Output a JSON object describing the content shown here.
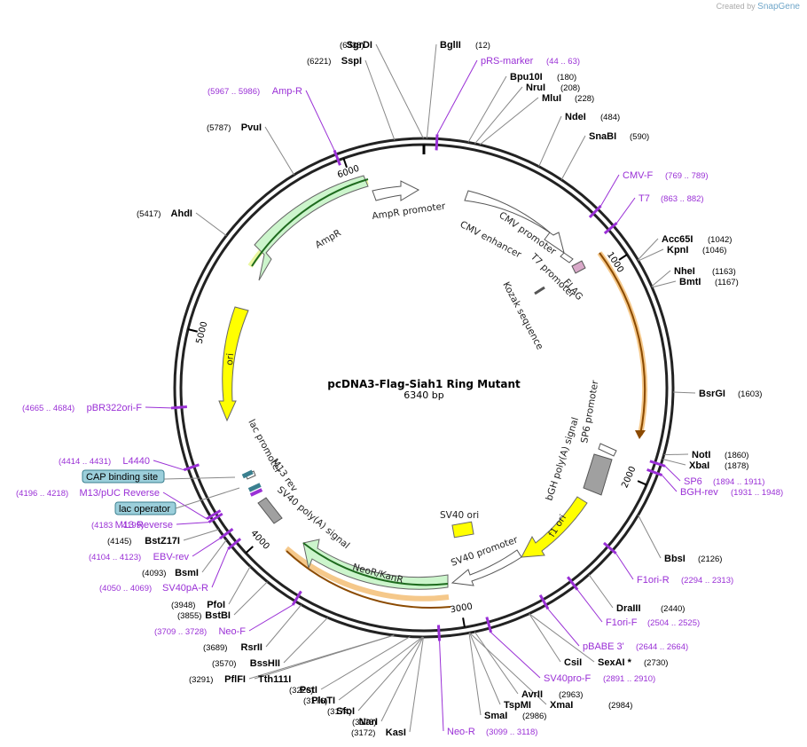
{
  "credit": {
    "prefix": "Created by",
    "brand": "SnapGene"
  },
  "plasmid": {
    "name": "pcDNA3-Flag-Siah1 Ring Mutant",
    "length_label": "6340 bp",
    "length": 6340
  },
  "ticks": [
    1000,
    2000,
    3000,
    4000,
    5000,
    6000
  ],
  "enzymes": [
    {
      "name": "SgrDI",
      "pos": "(6338)",
      "bp": 6338
    },
    {
      "name": "BglII",
      "pos": "(12)",
      "bp": 12
    },
    {
      "name": "SspI",
      "pos": "(6221)",
      "bp": 6221
    },
    {
      "name": "Bpu10I",
      "pos": "(180)",
      "bp": 180
    },
    {
      "name": "NruI",
      "pos": "(208)",
      "bp": 208
    },
    {
      "name": "MluI",
      "pos": "(228)",
      "bp": 228
    },
    {
      "name": "NdeI",
      "pos": "(484)",
      "bp": 484
    },
    {
      "name": "SnaBI",
      "pos": "(590)",
      "bp": 590
    },
    {
      "name": "PvuI",
      "pos": "(5787)",
      "bp": 5787
    },
    {
      "name": "AhdI",
      "pos": "(5417)",
      "bp": 5417
    },
    {
      "name": "Acc65I",
      "pos": "(1042)",
      "bp": 1042
    },
    {
      "name": "KpnI",
      "pos": "(1046)",
      "bp": 1046
    },
    {
      "name": "NheI",
      "pos": "(1163)",
      "bp": 1163
    },
    {
      "name": "BmtI",
      "pos": "(1167)",
      "bp": 1167
    },
    {
      "name": "BsrGI",
      "pos": "(1603)",
      "bp": 1603
    },
    {
      "name": "NotI",
      "pos": "(1860)",
      "bp": 1860
    },
    {
      "name": "XbaI",
      "pos": "(1878)",
      "bp": 1878
    },
    {
      "name": "BbsI",
      "pos": "(2126)",
      "bp": 2126
    },
    {
      "name": "DraIII",
      "pos": "(2440)",
      "bp": 2440
    },
    {
      "name": "CsiI",
      "pos": "",
      "bp": 2730
    },
    {
      "name": "SexAI *",
      "pos": "(2730)",
      "bp": 2730
    },
    {
      "name": "AvrII",
      "pos": "(2963)",
      "bp": 2963
    },
    {
      "name": "TspMI",
      "pos": "",
      "bp": 2984
    },
    {
      "name": "XmaI",
      "pos": "(2984)",
      "bp": 2984
    },
    {
      "name": "SmaI",
      "pos": "(2986)",
      "bp": 2986
    },
    {
      "name": "KasI",
      "pos": "(3172)",
      "bp": 3172
    },
    {
      "name": "NarI",
      "pos": "(3173)",
      "bp": 3173
    },
    {
      "name": "SfoI",
      "pos": "(3174)",
      "bp": 3174
    },
    {
      "name": "PluTI",
      "pos": "(3176)",
      "bp": 3176
    },
    {
      "name": "PstI",
      "pos": "(3226)",
      "bp": 3226
    },
    {
      "name": "PflFI",
      "pos": "(3291)",
      "bp": 3291
    },
    {
      "name": "Tth111I",
      "pos": "",
      "bp": 3291
    },
    {
      "name": "BssHII",
      "pos": "(3570)",
      "bp": 3570
    },
    {
      "name": "RsrII",
      "pos": "(3689)",
      "bp": 3689
    },
    {
      "name": "BstBI",
      "pos": "(3855)",
      "bp": 3855
    },
    {
      "name": "PfoI",
      "pos": "(3948)",
      "bp": 3948
    },
    {
      "name": "BsmI",
      "pos": "(4093)",
      "bp": 4093
    },
    {
      "name": "BstZ17I",
      "pos": "(4145)",
      "bp": 4145
    }
  ],
  "primers": [
    {
      "name": "pRS-marker",
      "pos": "(44 .. 63)",
      "bp": 53
    },
    {
      "name": "Amp-R",
      "pos": "(5967 .. 5986)",
      "bp": 5976
    },
    {
      "name": "CMV-F",
      "pos": "(769 .. 789)",
      "bp": 779
    },
    {
      "name": "T7",
      "pos": "(863 .. 882)",
      "bp": 872
    },
    {
      "name": "SP6",
      "pos": "(1894 .. 1911)",
      "bp": 1902
    },
    {
      "name": "BGH-rev",
      "pos": "(1931 .. 1948)",
      "bp": 1940
    },
    {
      "name": "F1ori-R",
      "pos": "(2294 .. 2313)",
      "bp": 2303
    },
    {
      "name": "F1ori-F",
      "pos": "(2504 .. 2525)",
      "bp": 2514
    },
    {
      "name": "pBABE 3'",
      "pos": "(2644 .. 2664)",
      "bp": 2654
    },
    {
      "name": "SV40pro-F",
      "pos": "(2891 .. 2910)",
      "bp": 2900
    },
    {
      "name": "Neo-R",
      "pos": "(3099 .. 3118)",
      "bp": 3108
    },
    {
      "name": "Neo-F",
      "pos": "(3709 .. 3728)",
      "bp": 3718
    },
    {
      "name": "SV40pA-R",
      "pos": "(4050 .. 4069)",
      "bp": 4060
    },
    {
      "name": "EBV-rev",
      "pos": "(4104 .. 4123)",
      "bp": 4113
    },
    {
      "name": "M13 Reverse",
      "pos": "(4183 .. 4199)",
      "bp": 4191
    },
    {
      "name": "M13/pUC Reverse",
      "pos": "(4196 .. 4218)",
      "bp": 4207
    },
    {
      "name": "L4440",
      "pos": "(4414 .. 4431)",
      "bp": 4422
    },
    {
      "name": "pBR322ori-F",
      "pos": "(4665 .. 4684)",
      "bp": 4674
    }
  ],
  "features": [
    {
      "name": "CMV enhancer",
      "color": "#ffffff"
    },
    {
      "name": "CMV promoter",
      "color": "#ffffff"
    },
    {
      "name": "T7 promoter",
      "color": "#ffffff"
    },
    {
      "name": "FLAG",
      "color": "#d9a9c9"
    },
    {
      "name": "Kozak sequence",
      "color": "#ffffff"
    },
    {
      "name": "AmpR promoter",
      "color": "#ffffff"
    },
    {
      "name": "AmpR",
      "color": "#ccf5cc"
    },
    {
      "name": "ori",
      "color": "#ffff00"
    },
    {
      "name": "lac promoter",
      "color": "#ffffff"
    },
    {
      "name": "M13 rev",
      "color": "#ffffff"
    },
    {
      "name": "SV40 poly(A) signal",
      "color": "#a0a0a0"
    },
    {
      "name": "NeoR/KanR",
      "color": "#ccf5cc"
    },
    {
      "name": "SV40 ori",
      "color": "#ffff00"
    },
    {
      "name": "SV40 promoter",
      "color": "#ffffff"
    },
    {
      "name": "f1 ori",
      "color": "#ffff00"
    },
    {
      "name": "bGH poly(A) signal",
      "color": "#a0a0a0"
    },
    {
      "name": "SP6 promoter",
      "color": "#ffffff"
    }
  ],
  "boxes": [
    {
      "name": "CAP binding site",
      "color": "#9ccfdb"
    },
    {
      "name": "lac operator",
      "color": "#9ccfdb"
    }
  ]
}
